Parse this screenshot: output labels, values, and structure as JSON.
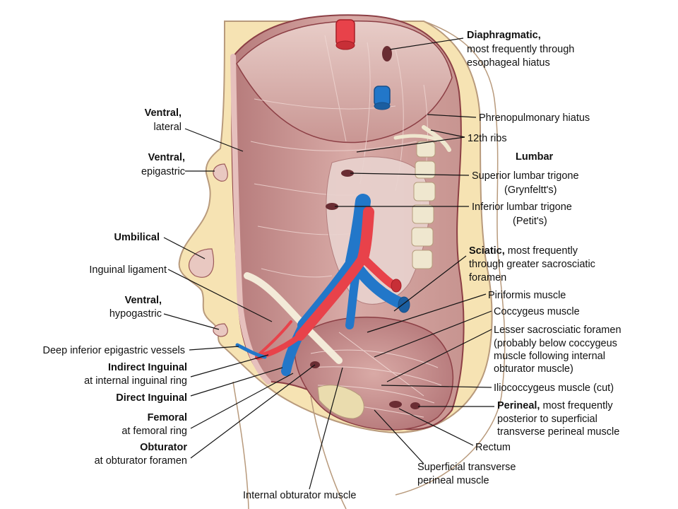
{
  "colors": {
    "skin": "#f6e3b3",
    "skin_outline": "#b89a7c",
    "muscle": "#c68f8c",
    "muscle_dark": "#8c3f45",
    "muscle_light": "#e8c8c2",
    "fascia": "#efe7cf",
    "artery": "#e8424a",
    "vein": "#2277c9",
    "bone": "#eadcae",
    "leader_lines": "#111111"
  },
  "labels": {
    "diaphragmatic_title": "Diaphragmatic,",
    "diaphragmatic_line1": "most frequently through",
    "diaphragmatic_line2": "esophageal hiatus",
    "phrenopulmonary": "Phrenopulmonary hiatus",
    "ribs": "12th ribs",
    "lumbar": "Lumbar",
    "superior_lumbar_1": "Superior lumbar trigone",
    "superior_lumbar_2": "(Grynfeltt's)",
    "inferior_lumbar_1": "Inferior lumbar trigone",
    "inferior_lumbar_2": "(Petit's)",
    "sciatic_title": "Sciatic,",
    "sciatic_line1": " most frequently",
    "sciatic_line2": "through greater sacrosciatic",
    "sciatic_line3": "foramen",
    "piriformis": "Piriformis muscle",
    "coccygeus": "Coccygeus muscle",
    "lesser_1": "Lesser sacrosciatic foramen",
    "lesser_2": "(probably below coccygeus",
    "lesser_3": "muscle following internal",
    "lesser_4": "obturator muscle)",
    "iliococcygeus": "Iliococcygeus muscle (cut)",
    "perineal_title": "Perineal,",
    "perineal_line1": " most frequently",
    "perineal_line2": "posterior to superficial",
    "perineal_line3": "transverse perineal muscle",
    "rectum": "Rectum",
    "superficial_1": "Superficial transverse",
    "superficial_2": "perineal muscle",
    "internal_obturator": "Internal obturator muscle",
    "ventral_lateral_title": "Ventral,",
    "ventral_lateral_sub": "lateral",
    "ventral_epigastric_title": "Ventral,",
    "ventral_epigastric_sub": "epigastric",
    "umbilical": "Umbilical",
    "inguinal_ligament": "Inguinal ligament",
    "ventral_hypogastric_title": "Ventral,",
    "ventral_hypogastric_sub": "hypogastric",
    "deep_inferior": "Deep inferior epigastric vessels",
    "indirect_title": "Indirect Inguinal",
    "indirect_sub": "at internal inguinal ring",
    "direct": "Direct Inguinal",
    "femoral_title": "Femoral",
    "femoral_sub": "at femoral ring",
    "obturator_title": "Obturator",
    "obturator_sub": "at obturator foramen"
  }
}
